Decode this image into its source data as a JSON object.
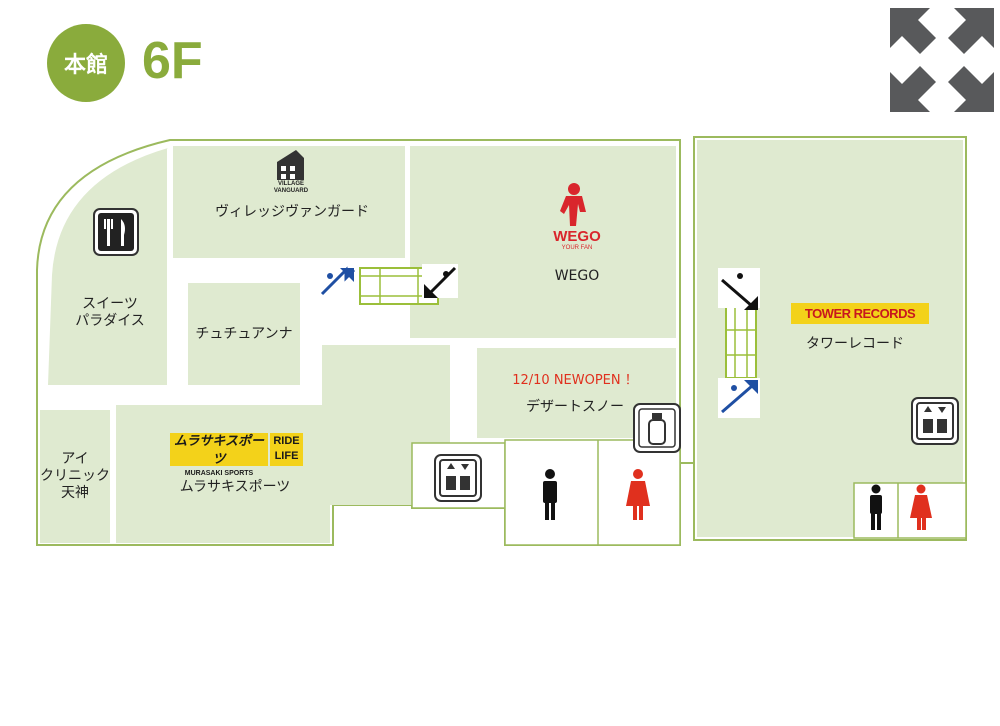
{
  "header": {
    "building": "本館",
    "floor": "6F"
  },
  "controls": {
    "expand_icon": "expand-arrows-icon"
  },
  "shops": {
    "village_vanguard": {
      "name": "ヴィレッジヴァンガード",
      "logo": "VILLAGE VANGUARD"
    },
    "wego": {
      "name": "WEGO",
      "logo": "WEGO",
      "logo_sub": "YOUR FAN"
    },
    "tower_records": {
      "name": "タワーレコード",
      "logo": "TOWER RECORDS"
    },
    "sweets_paradise": {
      "line1": "スイーツ",
      "line2": "パラダイス"
    },
    "chuchu_anna": {
      "name": "チュチュアンナ"
    },
    "dessert_snow": {
      "name": "デザートスノー",
      "notice": "12/10 NEWOPEN ！"
    },
    "murasaki": {
      "name": "ムラサキスポーツ",
      "logo_main": "ムラサキスポーツ",
      "logo_sub": "MURASAKI SPORTS",
      "logo_side1": "RIDE",
      "logo_side2": "LIFE"
    },
    "eye_clinic": {
      "line1": "アイ",
      "line2": "クリニック",
      "line3": "天神"
    }
  },
  "facilities": {
    "restaurant_icon": "fork-knife-icon",
    "elevator_icon": "elevator-icon",
    "escalator_icon": "escalator-icon",
    "toilet_men_icon": "men-toilet-icon",
    "toilet_women_icon": "women-toilet-icon",
    "nursing_icon": "baby-bottle-icon"
  },
  "colors": {
    "accent": "#8aab3c",
    "floor_fill": "#dfead0",
    "wall": "#9cba5e",
    "women": "#e0301e",
    "men": "#111111",
    "escalator_blue": "#1f4fa3",
    "tower_yellow": "#f3d21a"
  }
}
